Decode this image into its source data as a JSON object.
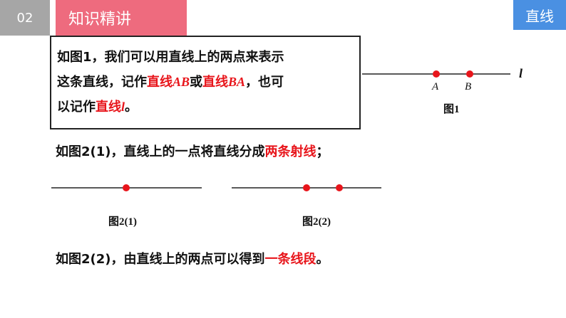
{
  "header": {
    "number": "02",
    "section_title": "知识精讲",
    "topic_tag": "直线"
  },
  "definition": {
    "line1": "如图1，我们可以用直线上的两点来表示",
    "line2_a": "这条直线，记作",
    "line2_b": "直线",
    "line2_c": "AB",
    "line2_d": "或",
    "line2_e": "直线",
    "line2_f": "BA",
    "line2_g": "，也可",
    "line3_a": "以记作",
    "line3_b": "直线",
    "line3_c": "l",
    "line3_d": "。"
  },
  "figure1": {
    "point_a": "A",
    "point_b": "B",
    "line_label": "l",
    "caption": "图1"
  },
  "rays": {
    "text_a": "如图2(1)，直线上的一点将直线分成",
    "text_b": "两条射线",
    "text_c": "；"
  },
  "figure2": {
    "caption_1": "图2(1)",
    "caption_2": "图2(2)"
  },
  "segment": {
    "text_a": "如图2(2)，由直线上的两点可以得到",
    "text_b": "一条线段",
    "text_c": "。"
  },
  "colors": {
    "accent_red": "#e8151b",
    "header_pink": "#ee6b7e",
    "header_gray": "#a6a6a6",
    "tag_blue": "#4a90e2"
  }
}
